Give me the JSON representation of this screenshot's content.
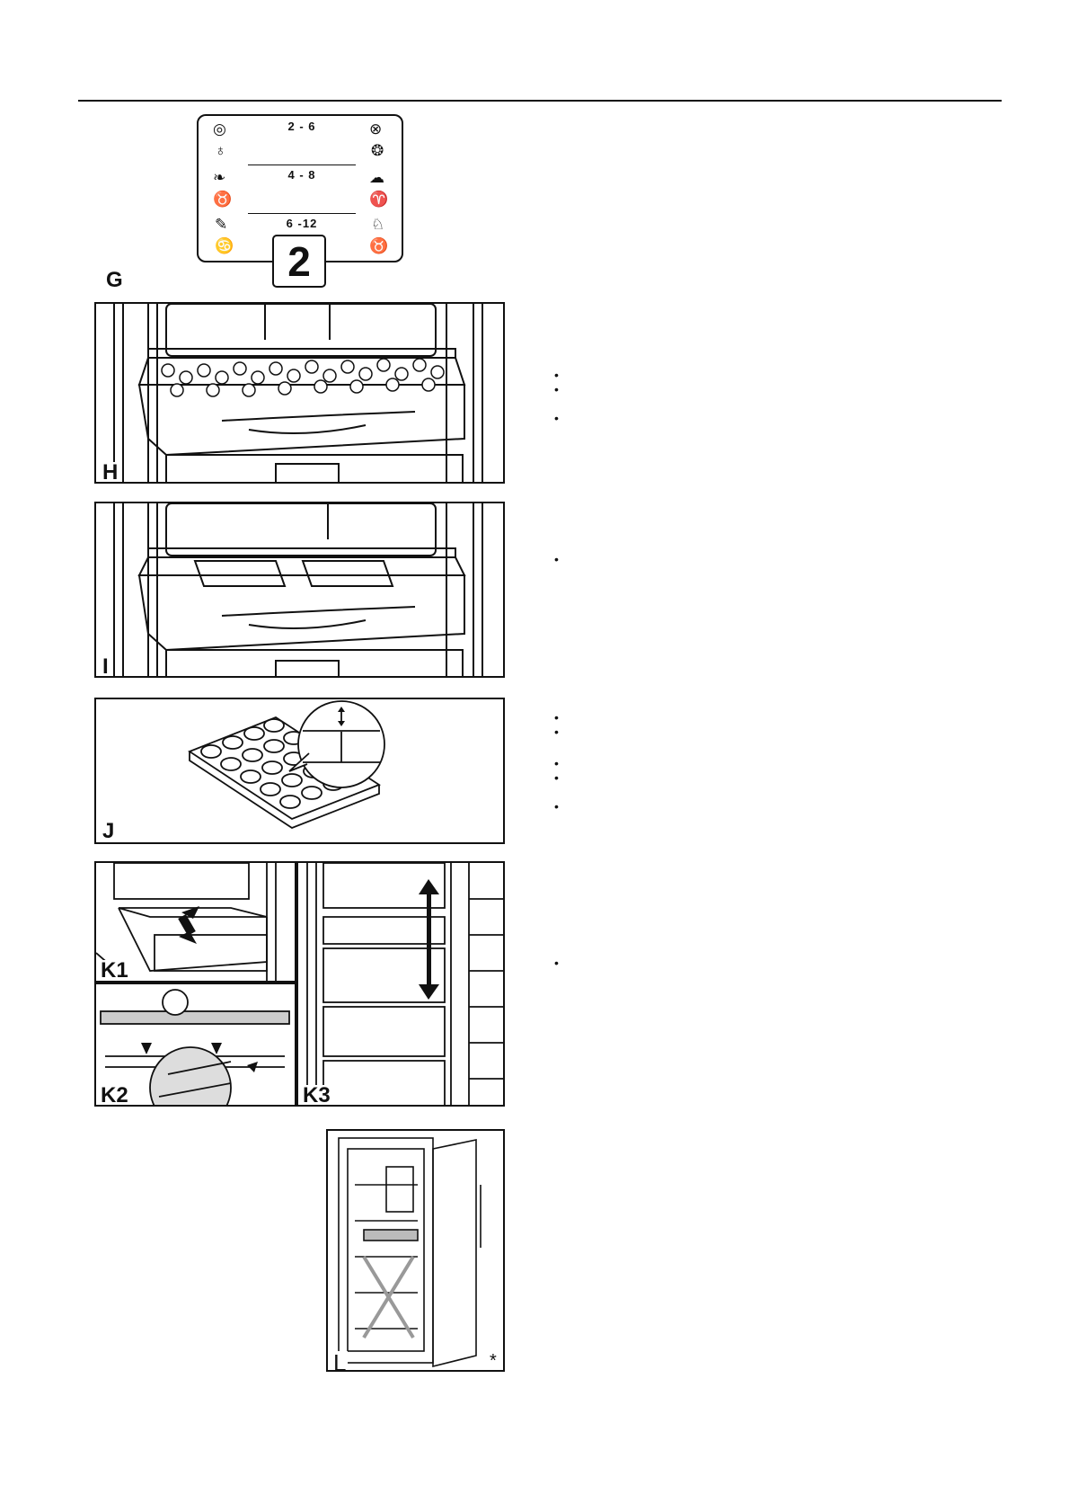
{
  "figure_g": {
    "label": "G",
    "ranges": [
      "2 - 6",
      "4 - 8",
      "6 -12"
    ],
    "badge": "2",
    "left_icons": [
      "cake-icon",
      "ice-cream-icon",
      "fish-icon",
      "pig-icon",
      "carrot-icon",
      "cherry-icon"
    ],
    "right_icons": [
      "sausage-icon",
      "bread-icon",
      "mushroom-icon",
      "deer-icon",
      "chicken-icon",
      "cow-icon"
    ]
  },
  "panels": {
    "h": "H",
    "i": "I",
    "j": "J",
    "k1": "K1",
    "k2": "K2",
    "k3": "K3",
    "l": "L",
    "l_mark": "*"
  },
  "bullet_char": "•"
}
